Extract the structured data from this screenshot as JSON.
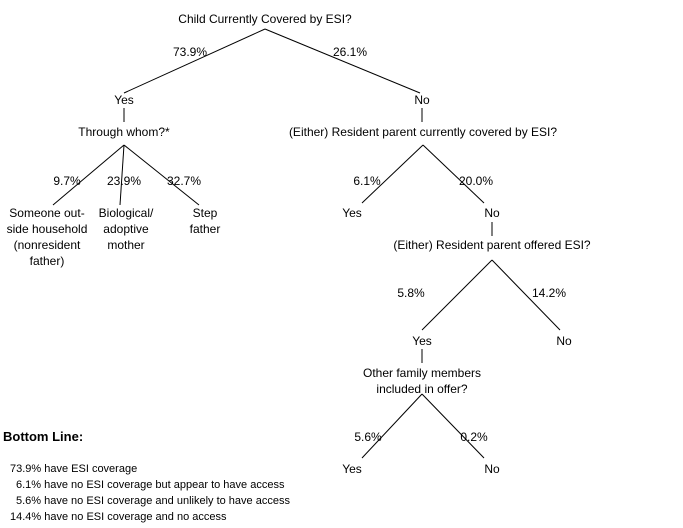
{
  "tree": {
    "root": "Child Currently Covered by ESI?",
    "root_yes_pct": "73.9%",
    "root_no_pct": "26.1%",
    "yes": "Yes",
    "yes_question": "Through whom?*",
    "whom_pcts": [
      "9.7%",
      "23.9%",
      "32.7%"
    ],
    "whom_labels": [
      "Someone out-\nside household\n(nonresident\nfather)",
      "Biological/\nadoptive\nmother",
      "Step\nfather"
    ],
    "no": "No",
    "no_question": "(Either) Resident parent currently covered by ESI?",
    "parent_covered_yes_pct": "6.1%",
    "parent_covered_no_pct": "20.0%",
    "parent_covered_yes": "Yes",
    "parent_covered_no": "No",
    "offered_question": "(Either) Resident parent offered ESI?",
    "offered_yes_pct": "5.8%",
    "offered_no_pct": "14.2%",
    "offered_yes": "Yes",
    "offered_no": "No",
    "family_question": "Other family members\nincluded in offer?",
    "family_yes_pct": "5.6%",
    "family_no_pct": "0.2%",
    "family_yes": "Yes",
    "family_no": "No"
  },
  "bottom_line": {
    "heading": "Bottom Line:",
    "items": [
      "73.9% have ESI coverage",
      "6.1% have no ESI coverage but appear to have access",
      "5.6% have no ESI coverage and unlikely to have access",
      "14.4% have no ESI coverage and no access"
    ]
  }
}
